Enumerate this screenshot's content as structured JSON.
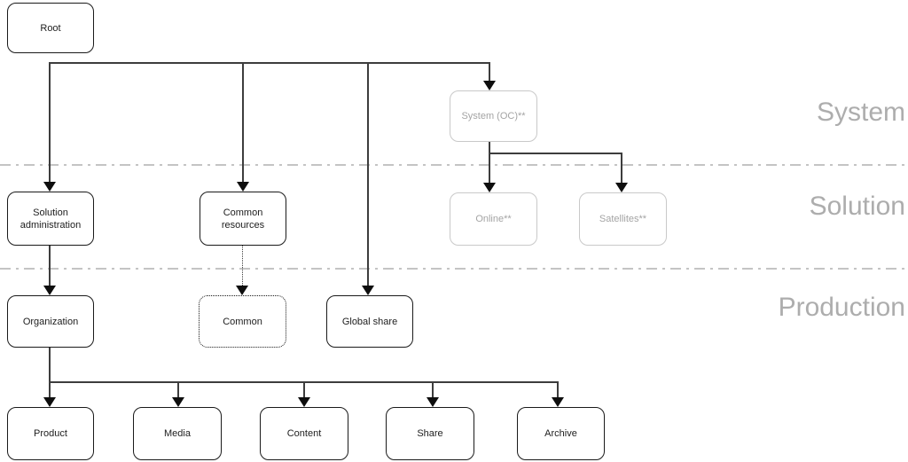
{
  "diagram": {
    "zones": [
      {
        "label": "System"
      },
      {
        "label": "Solution"
      },
      {
        "label": "Production"
      }
    ],
    "nodes": {
      "root": {
        "label": "Root"
      },
      "system_oc": {
        "label": "System (OC)**"
      },
      "solution_administration": {
        "label": "Solution administration"
      },
      "common_resources": {
        "label": "Common resources"
      },
      "online": {
        "label": "Online**"
      },
      "satellites": {
        "label": "Satellites**"
      },
      "organization": {
        "label": "Organization"
      },
      "common": {
        "label": "Common"
      },
      "global_share": {
        "label": "Global share"
      },
      "product": {
        "label": "Product"
      },
      "media": {
        "label": "Media"
      },
      "content": {
        "label": "Content"
      },
      "share": {
        "label": "Share"
      },
      "archive": {
        "label": "Archive"
      }
    },
    "colors": {
      "background": "#ffffff",
      "node_border": "#1a1a1a",
      "node_text": "#1d1d1d",
      "muted_border": "#c9c9c9",
      "muted_text": "#a4a4a4",
      "connector": "#3d3d3d",
      "arrowhead": "#0e0e0e",
      "divider": "#c4c4c4",
      "zone_label": "#adadad"
    }
  }
}
